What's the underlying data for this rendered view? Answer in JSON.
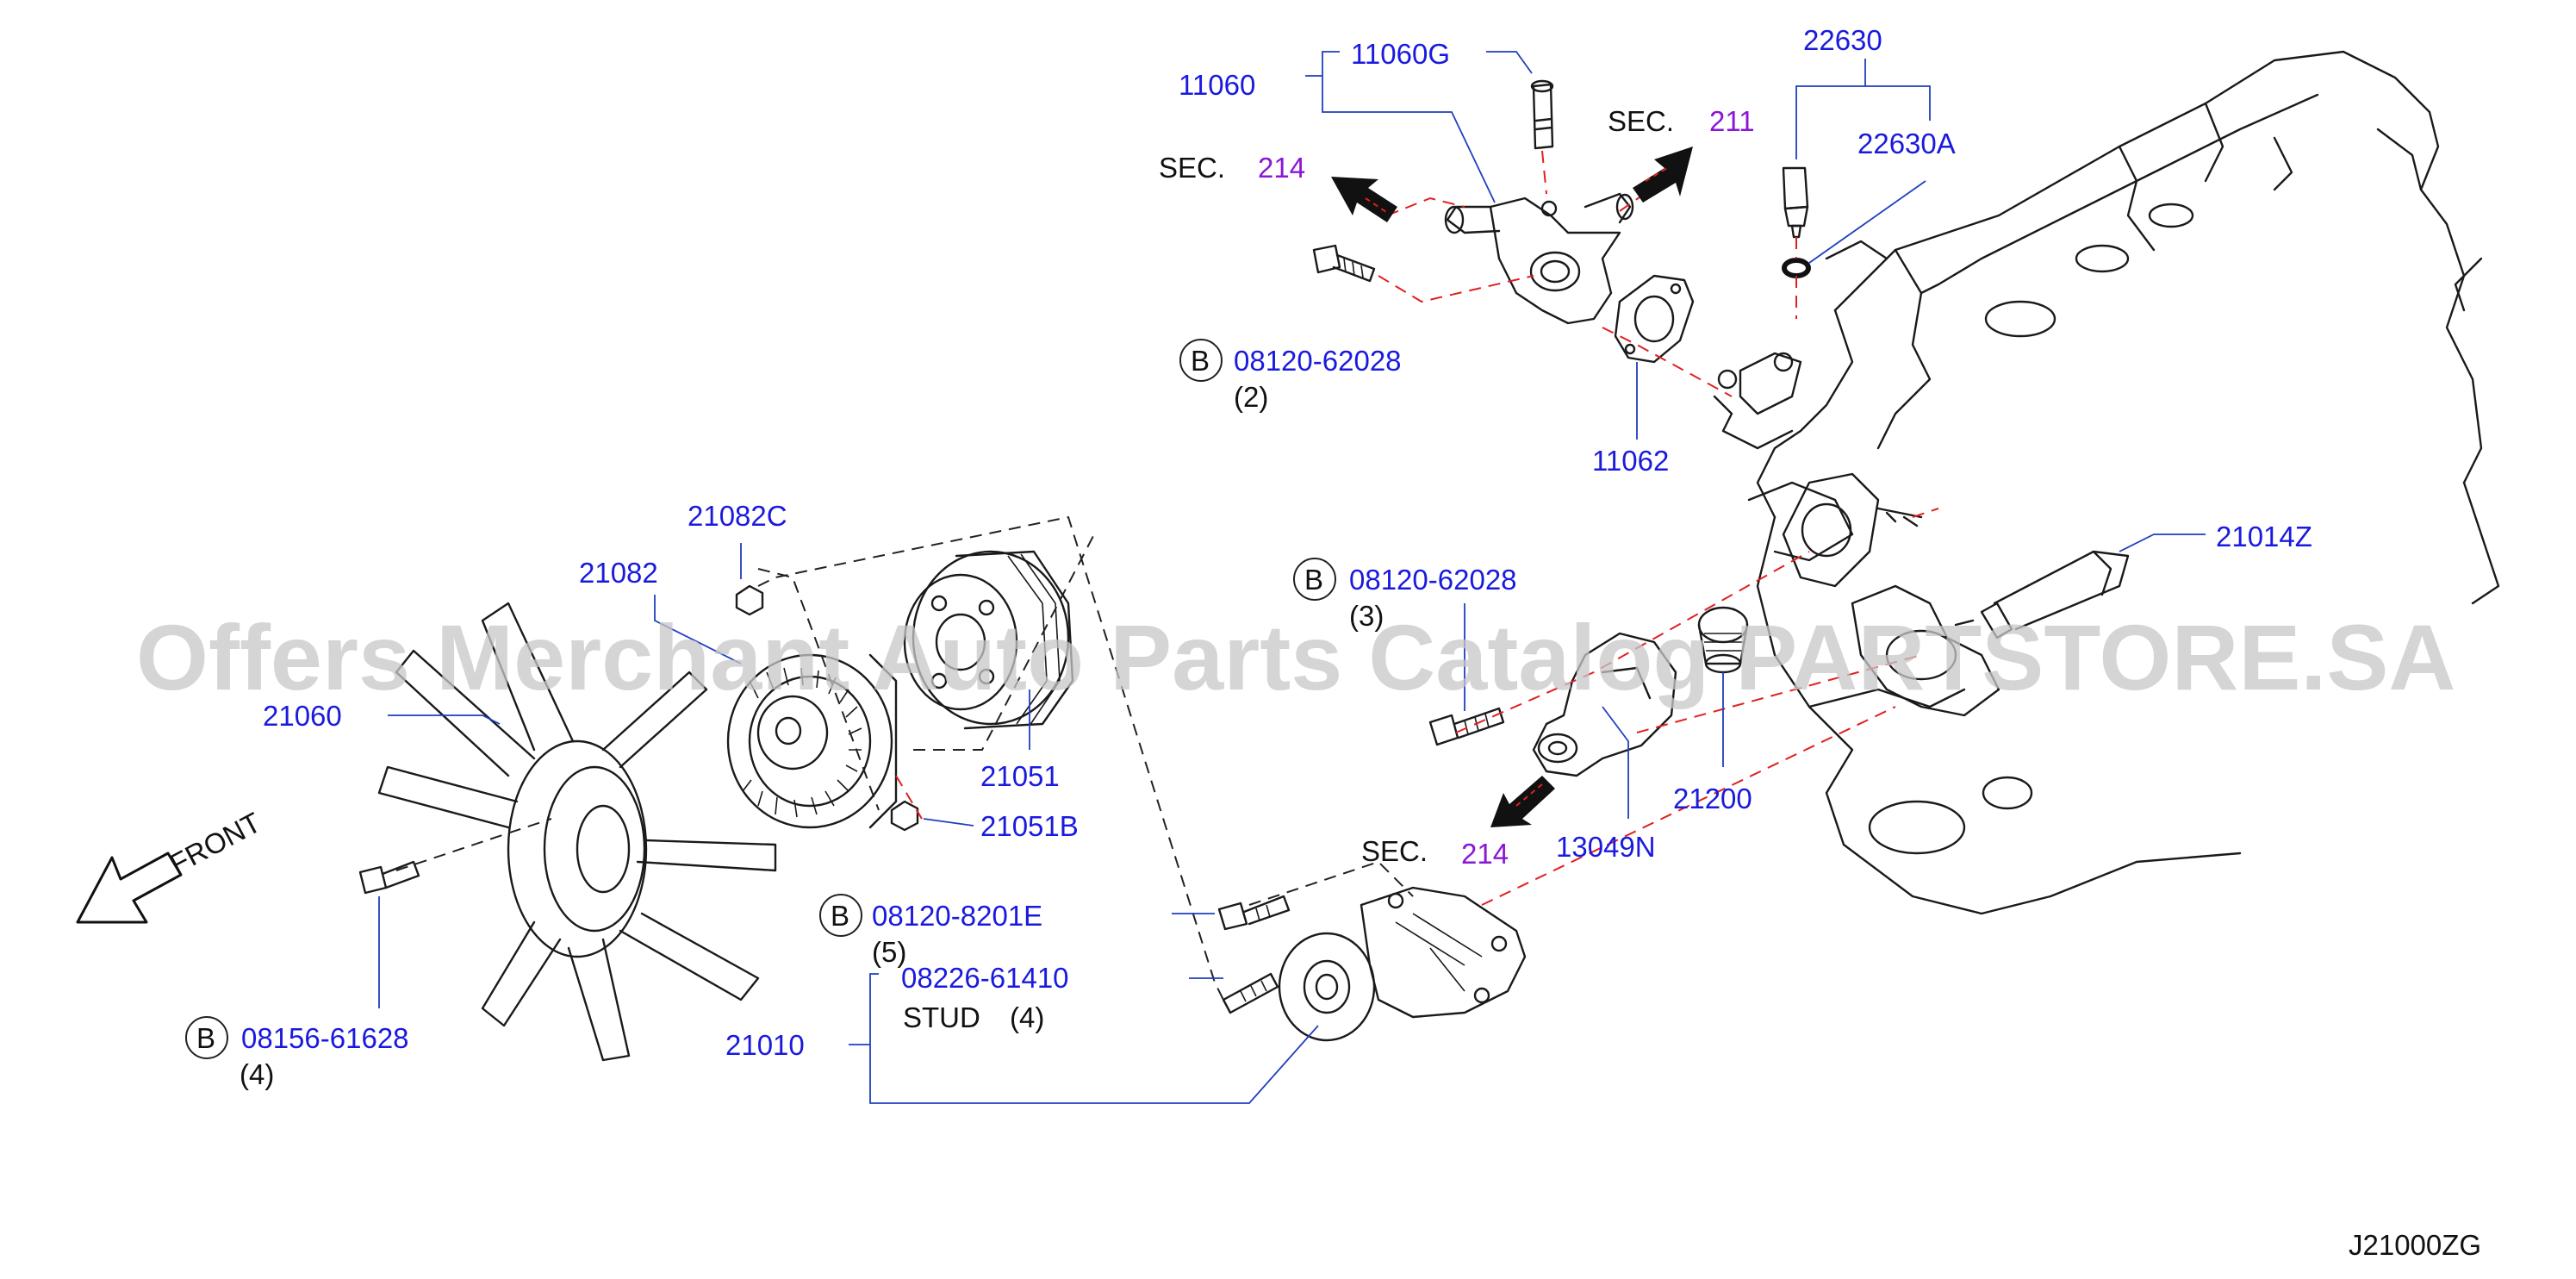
{
  "watermark": "Offers Merchant Auto Parts Catalog PARTSTORE.SA",
  "diagram_code": "J21000ZG",
  "front_label": "FRONT",
  "colors": {
    "part_number": "#1a1adf",
    "section_ref": "#8a16d6",
    "leader": "#1f3fbf",
    "dash_red": "#e02020"
  },
  "parts": {
    "p11060": "11060",
    "p11060G": "11060G",
    "p22630": "22630",
    "p22630A": "22630A",
    "p11062": "11062",
    "p21082C": "21082C",
    "p21082": "21082",
    "p21060": "21060",
    "p21051": "21051",
    "p21051B": "21051B",
    "p21014Z": "21014Z",
    "p21200": "21200",
    "p13049N": "13049N",
    "p21010": "21010"
  },
  "bolts": {
    "b1": {
      "badge": "B",
      "part": "08120-62028",
      "qty": "(2)"
    },
    "b2": {
      "badge": "B",
      "part": "08120-62028",
      "qty": "(3)"
    },
    "b3": {
      "badge": "B",
      "part": "08120-8201E",
      "qty": "(5)"
    },
    "b4": {
      "badge": "B",
      "part": "08156-61628",
      "qty": "(4)"
    }
  },
  "stud": {
    "part": "08226-61410",
    "label": "STUD",
    "qty": "(4)"
  },
  "sections": {
    "s1": {
      "prefix": "SEC.",
      "num": "214"
    },
    "s2": {
      "prefix": "SEC.",
      "num": "211"
    },
    "s3": {
      "prefix": "SEC.",
      "num": "214"
    }
  }
}
